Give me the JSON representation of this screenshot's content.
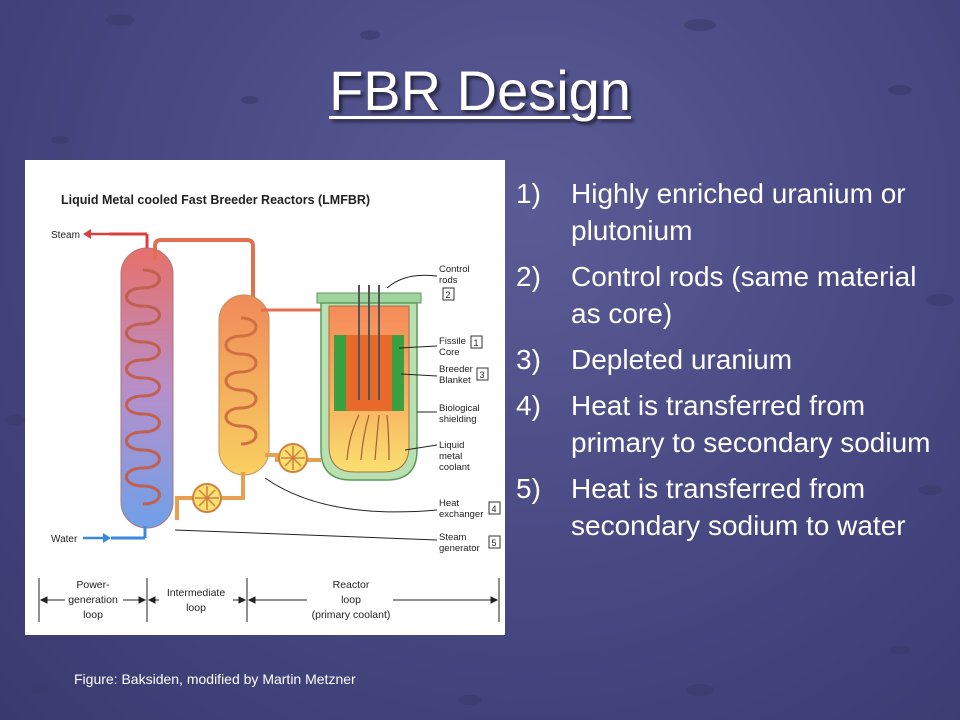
{
  "slide": {
    "title": "FBR Design",
    "caption": "Figure: Baksiden, modified by Martin Metzner"
  },
  "diagram": {
    "title": "Liquid Metal cooled Fast Breeder Reactors (LMFBR)",
    "steam": "Steam",
    "water": "Water",
    "control_rods": [
      "Control",
      "rods"
    ],
    "fissile_core": [
      "Fissile",
      "Core"
    ],
    "breeder_blanket": [
      "Breeder",
      "Blanket"
    ],
    "biological_shielding": [
      "Biological",
      "shielding"
    ],
    "liquid_metal_coolant": [
      "Liquid",
      "metal",
      "coolant"
    ],
    "heat_exchanger": [
      "Heat",
      "exchanger"
    ],
    "steam_generator": [
      "Steam",
      "generator"
    ],
    "badges": [
      "2",
      "1",
      "3",
      "4",
      "5"
    ],
    "loops": {
      "power": [
        "Power-",
        "generation",
        "loop"
      ],
      "intermediate": [
        "Intermediate",
        "loop"
      ],
      "reactor": [
        "Reactor",
        "loop",
        "(primary coolant)"
      ]
    }
  },
  "list": [
    {
      "num": "1)",
      "text": "Highly enriched uranium or plutonium"
    },
    {
      "num": "2)",
      "text": "Control rods (same material as core)"
    },
    {
      "num": "3)",
      "text": "Depleted uranium"
    },
    {
      "num": "4)",
      "text": "Heat is transferred from primary to secondary sodium"
    },
    {
      "num": "5)",
      "text": "Heat is transferred from secondary sodium to water"
    }
  ]
}
